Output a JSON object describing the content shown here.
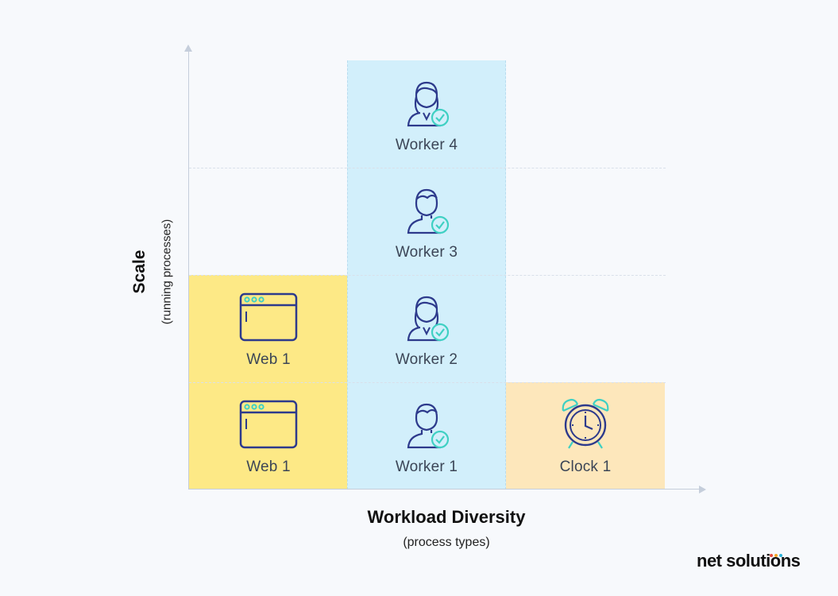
{
  "diagram": {
    "y_axis": {
      "title": "Scale",
      "subtitle": "(running processes)"
    },
    "x_axis": {
      "title": "Workload Diversity",
      "subtitle": "(process types)"
    },
    "columns": [
      {
        "id": "web",
        "color": "#fde986",
        "cells": [
          {
            "label": "Web 1",
            "icon": "browser-window-icon"
          },
          {
            "label": "Web 1",
            "icon": "browser-window-icon"
          }
        ]
      },
      {
        "id": "worker",
        "color": "#d2effb",
        "cells": [
          {
            "label": "Worker 1",
            "icon": "male-worker-icon"
          },
          {
            "label": "Worker 2",
            "icon": "female-worker-icon"
          },
          {
            "label": "Worker 3",
            "icon": "male-worker-icon"
          },
          {
            "label": "Worker 4",
            "icon": "female-worker-icon"
          }
        ]
      },
      {
        "id": "clock",
        "color": "#fde7bb",
        "cells": [
          {
            "label": "Clock 1",
            "icon": "alarm-clock-icon"
          }
        ]
      }
    ]
  },
  "brand": {
    "text": "net solutions",
    "colors": [
      "#e84a3b",
      "#f5a623",
      "#2bb3d9"
    ]
  },
  "colors": {
    "icon_stroke": "#2d3a8c",
    "icon_accent": "#3fd0c3",
    "axis": "#c5cedb"
  }
}
